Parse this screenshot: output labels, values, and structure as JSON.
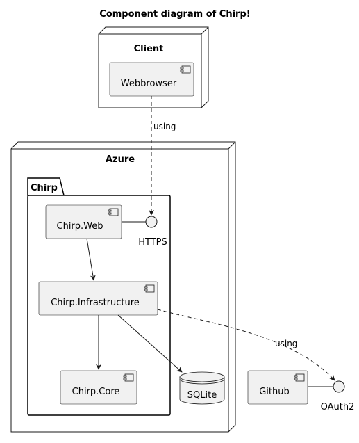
{
  "diagram": {
    "title": "Component diagram of Chirp!",
    "nodes": {
      "client": "Client",
      "azure": "Azure"
    },
    "package": "Chirp",
    "components": {
      "webbrowser": "Webbrowser",
      "chirp_web": "Chirp.Web",
      "chirp_infrastructure": "Chirp.Infrastructure",
      "chirp_core": "Chirp.Core",
      "github": "Github"
    },
    "database": "SQLite",
    "interfaces": {
      "https": "HTTPS",
      "oauth2": "OAuth2"
    },
    "edge_labels": {
      "browser_to_https": "using",
      "infra_to_oauth": "using"
    }
  }
}
